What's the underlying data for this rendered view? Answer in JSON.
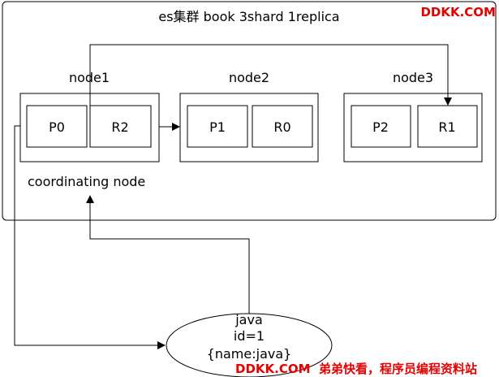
{
  "cluster": {
    "title": "es集群 book 3shard 1replica"
  },
  "nodes": [
    {
      "label": "node1",
      "shards": [
        "P0",
        "R2"
      ]
    },
    {
      "label": "node2",
      "shards": [
        "P1",
        "R0"
      ]
    },
    {
      "label": "node3",
      "shards": [
        "P2",
        "R1"
      ]
    }
  ],
  "coordinating": {
    "label": "coordinating node"
  },
  "document": {
    "lines": [
      "java",
      "id=1",
      "{name:java}"
    ]
  },
  "watermark": {
    "top": "DDKK.COM",
    "bottom_site": "DDKK.COM",
    "bottom_text": "弟弟快看，程序员编程资料站",
    "color": "#e60000"
  },
  "colors": {
    "stroke": "#000000",
    "background": "#ffffff"
  }
}
